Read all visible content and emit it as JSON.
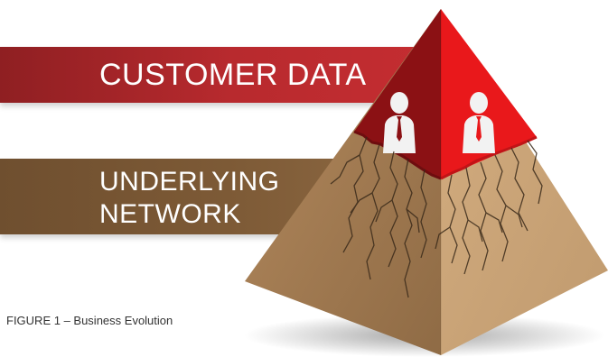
{
  "bands": {
    "customer_data": "CUSTOMER DATA",
    "underlying_network_line1": "UNDERLYING",
    "underlying_network_line2": "NETWORK"
  },
  "caption": "FIGURE 1 – Business Evolution",
  "colors": {
    "red_dark": "#8b1114",
    "red_bright": "#e9181b",
    "brown_band": "#7d5a36",
    "tan_left": "#a27b52",
    "tan_right": "#c9a275",
    "crack": "#3a2a1a"
  },
  "icons": [
    "businessman-icon",
    "businessman-icon"
  ]
}
